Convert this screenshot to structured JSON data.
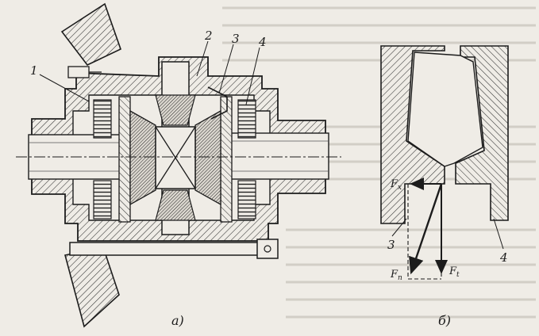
{
  "figure_a": {
    "caption": "а)",
    "callouts": [
      {
        "id": "1",
        "text": "1"
      },
      {
        "id": "2",
        "text": "2"
      },
      {
        "id": "3",
        "text": "3"
      },
      {
        "id": "4",
        "text": "4"
      }
    ]
  },
  "figure_b": {
    "caption": "б)",
    "callouts": [
      {
        "id": "3",
        "text": "3"
      },
      {
        "id": "4",
        "text": "4"
      }
    ],
    "forces": {
      "fx": {
        "main": "F",
        "sub": "x"
      },
      "ft": {
        "main": "F",
        "sub": "t"
      },
      "fn": {
        "main": "F",
        "sub": "n"
      }
    }
  },
  "colors": {
    "paper": "#efece6",
    "ink": "#1c1c1c"
  }
}
